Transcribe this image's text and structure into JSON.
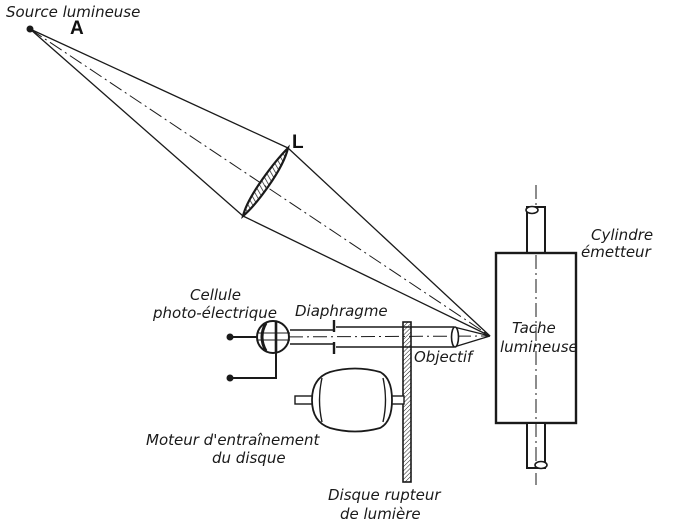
{
  "diagram": {
    "title": "",
    "colors": {
      "ink": "#1a1a1a",
      "background": "#ffffff"
    },
    "labels": {
      "source": "Source lumineuse",
      "point_a": "A",
      "lens_l": "L",
      "cylinder_line1": "Cylindre",
      "cylinder_line2": "émetteur",
      "cell_line1": "Cellule",
      "cell_line2": "photo-électrique",
      "diaphragm": "Diaphragme",
      "objective": "Objectif",
      "spot_line1": "Tache",
      "spot_line2": "lumineuse",
      "motor_line1": "Moteur d'entraînement",
      "motor_line2": "du disque",
      "disc_line1": "Disque rupteur",
      "disc_line2": "de lumière"
    },
    "components": [
      "light-source",
      "condenser-lens",
      "transmitting-cylinder",
      "light-spot",
      "objective-lens",
      "chopper-disc",
      "diaphragm",
      "photoelectric-cell",
      "disc-motor"
    ]
  }
}
